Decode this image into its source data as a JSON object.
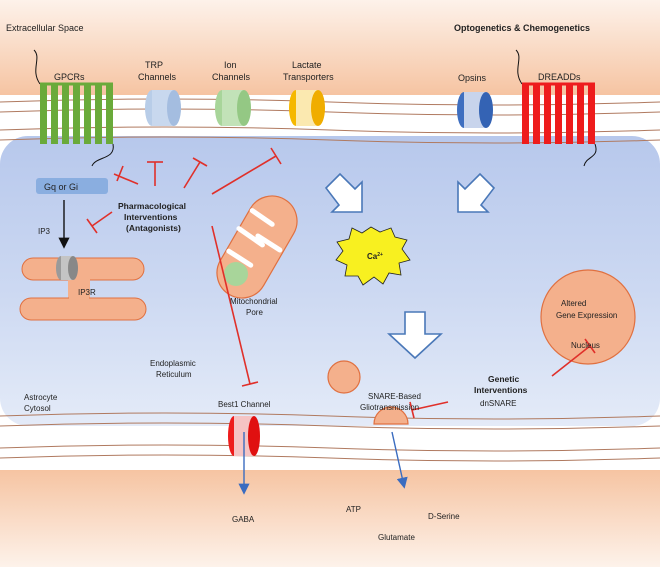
{
  "labels": {
    "extracellular": "Extracellular Space",
    "opto_title": "Optogenetics & Chemogenetics",
    "gpcrs": "GPCRs",
    "trp_1": "TRP",
    "trp_2": "Channels",
    "ion_1": "Ion",
    "ion_2": "Channels",
    "lactate_1": "Lactate",
    "lactate_2": "Transporters",
    "opsins": "Opsins",
    "dreadds": "DREADDs",
    "gq": "Gq or Gi",
    "ip3": "IP3",
    "ip3r": "IP3R",
    "pharm_1": "Pharmacological",
    "pharm_2": "Interventions",
    "pharm_3": "(Antagonists)",
    "mito_1": "Mitochondrial",
    "mito_2": "Pore",
    "calcium": "Ca",
    "calcium_sup": "2+",
    "gene_1": "Altered",
    "gene_2": "Gene Expression",
    "nucleus": "Nucleus",
    "genetic_1": "Genetic",
    "genetic_2": "Interventions",
    "dnsnare": "dnSNARE",
    "er_1": "Endoplasmic",
    "er_2": "Reticulum",
    "cytosol_1": "Astrocyte",
    "cytosol_2": "Cytosol",
    "best1": "Best1 Channel",
    "snare_1": "SNARE-Based",
    "snare_2": "Gliotransmission",
    "gaba": "GABA",
    "atp": "ATP",
    "dserine": "D-Serine",
    "glutamate": "Glutamate"
  },
  "colors": {
    "gpcr": "#6aaa3a",
    "trp": "#b8cde8",
    "ion": "#a8d59a",
    "lactate": "#f5b800",
    "opsin": "#3f6fc0",
    "dreadd": "#ee1c1c",
    "inhibition": "#e0302a",
    "organelle": "#f4b08c",
    "organelle_stroke": "#e07040",
    "calcium": "#f8f020",
    "arrow_fill": "#ffffff",
    "arrow_stroke": "#4a78b8",
    "gq_box": "#8aaee0"
  }
}
